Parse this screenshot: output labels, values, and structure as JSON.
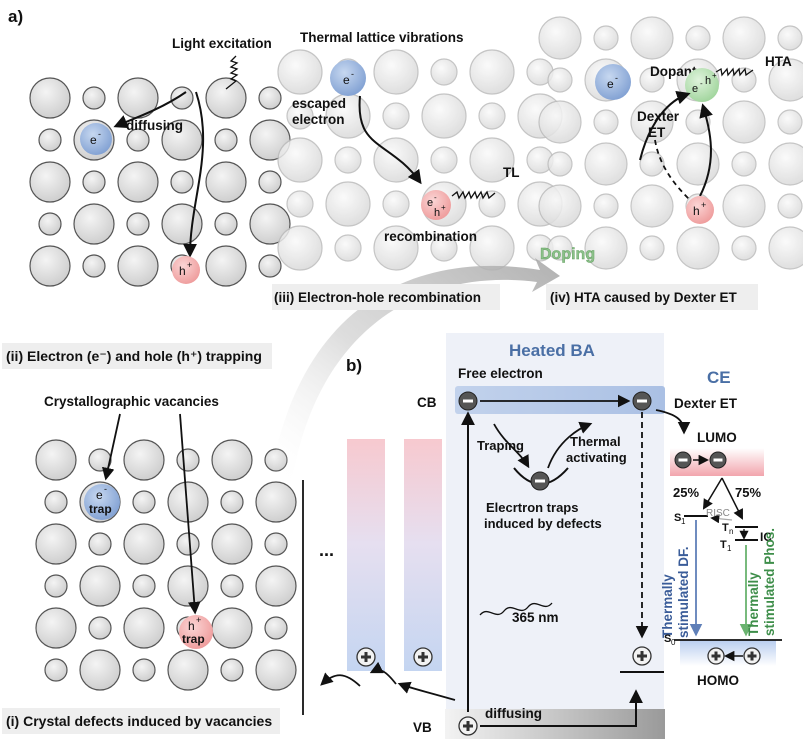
{
  "colors": {
    "electron": "#8fb0dd",
    "hole": "#f2a6a6",
    "dopant": "#a9dba6",
    "lattice": "#d8d8d8",
    "band_cb": "#c9d5ea",
    "band_vb": "#a9a9a9",
    "heated_ba_title": "#4a6fa5",
    "ce_title": "#4a6fa5",
    "df_text": "#3a5c99",
    "phos_text": "#3e8e4a",
    "doping_text": "#8cc08a"
  },
  "panel_a": {
    "label": "a)",
    "i": {
      "caption": "(i) Crystal defects induced by vacancies",
      "vacancies_label": "Crystallographic vacancies",
      "e_trap_top": "e",
      "e_trap_bottom": "trap",
      "h_trap_top": "h",
      "h_trap_bottom": "trap"
    },
    "ii": {
      "caption": "(ii) Electron (e⁻) and hole (h⁺) trapping",
      "light_label": "Light excitation",
      "diffusing_label": "diffusing",
      "e_label": "e",
      "h_label": "h"
    },
    "iii": {
      "caption": "(iii) Electron-hole recombination",
      "thermal_label": "Thermal lattice vibrations",
      "escaped_label_1": "escaped",
      "escaped_label_2": "electron",
      "tl_label": "TL",
      "recombination_label": "recombination",
      "e_label": "e",
      "eh_e": "e",
      "eh_h": "h"
    },
    "iv": {
      "caption": "(iv) HTA caused by Dexter ET",
      "dopant_label": "Dopant",
      "hta_label": "HTA",
      "dexter_label_1": "Dexter",
      "dexter_label_2": "ET",
      "e_label": "e",
      "dop_e": "e",
      "dop_h": "h",
      "h_label": "h"
    },
    "doping_label": "Doping"
  },
  "panel_b": {
    "label": "b)",
    "heated_ba_title": "Heated BA",
    "free_electron": "Free electron",
    "cb_label": "CB",
    "vb_label": "VB",
    "traping": "Traping",
    "thermal_1": "Thermal",
    "thermal_2": "activating",
    "traps_1": "Elecrtron traps",
    "traps_2": "induced by defects",
    "nm365": "365 nm",
    "diffusing": "diffusing",
    "dots": "...",
    "ce_title": "CE",
    "dexter_et": "Dexter ET",
    "lumo": "LUMO",
    "homo": "HOMO",
    "pct25": "25%",
    "pct75": "75%",
    "s1": "S",
    "s0": "S",
    "t1": "T",
    "tn": "T",
    "risc": "RISC",
    "ic": "IC",
    "df_1": "Thermally",
    "df_2": "stimulated DF.",
    "phos_1": "Thermally",
    "phos_2": "stimulated Phos."
  }
}
